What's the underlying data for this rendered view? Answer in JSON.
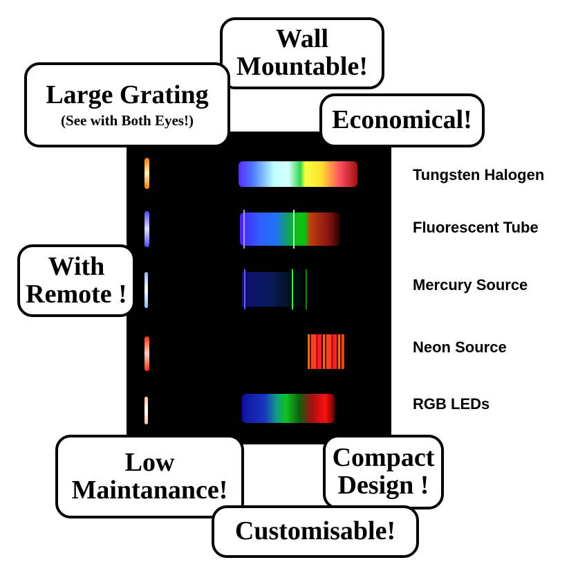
{
  "callouts": {
    "wall": [
      "Wall",
      "Mountable!"
    ],
    "grating": {
      "title": "Large Grating",
      "subtitle": "(See with Both Eyes!)"
    },
    "economical": "Economical!",
    "remote": [
      "With",
      "Remote !"
    ],
    "maintenance": [
      "Low",
      "Maintanance!"
    ],
    "compact": [
      "Compact",
      "Design !"
    ],
    "custom": "Customisable!"
  },
  "spectra": [
    {
      "label": "Tungsten Halogen",
      "slit_color": "#ff8a1a"
    },
    {
      "label": "Fluorescent Tube",
      "slit_color": "#6a6aff"
    },
    {
      "label": "Mercury Source",
      "slit_color": "#a9c8ff"
    },
    {
      "label": "Neon Source",
      "slit_color": "#ff4020"
    },
    {
      "label": "RGB LEDs",
      "slit_color": "#ffd8c8"
    }
  ]
}
